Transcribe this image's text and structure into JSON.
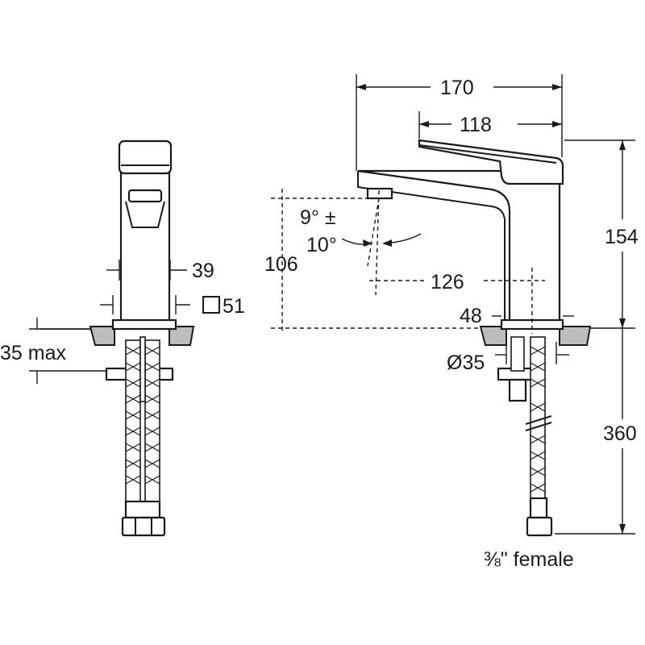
{
  "dimensions": {
    "overall_length": "170",
    "spout_to_lever": "118",
    "overall_height": "154",
    "spout_height": "106",
    "projection": "126",
    "base_height": "48",
    "tap_hole": "Ø35",
    "body_width": "39",
    "body_square": "51",
    "counter_thickness": "35 max",
    "hose_length": "360",
    "angle_main": "9° ±",
    "angle_tol": "10°",
    "connection": "⅜\" female"
  }
}
